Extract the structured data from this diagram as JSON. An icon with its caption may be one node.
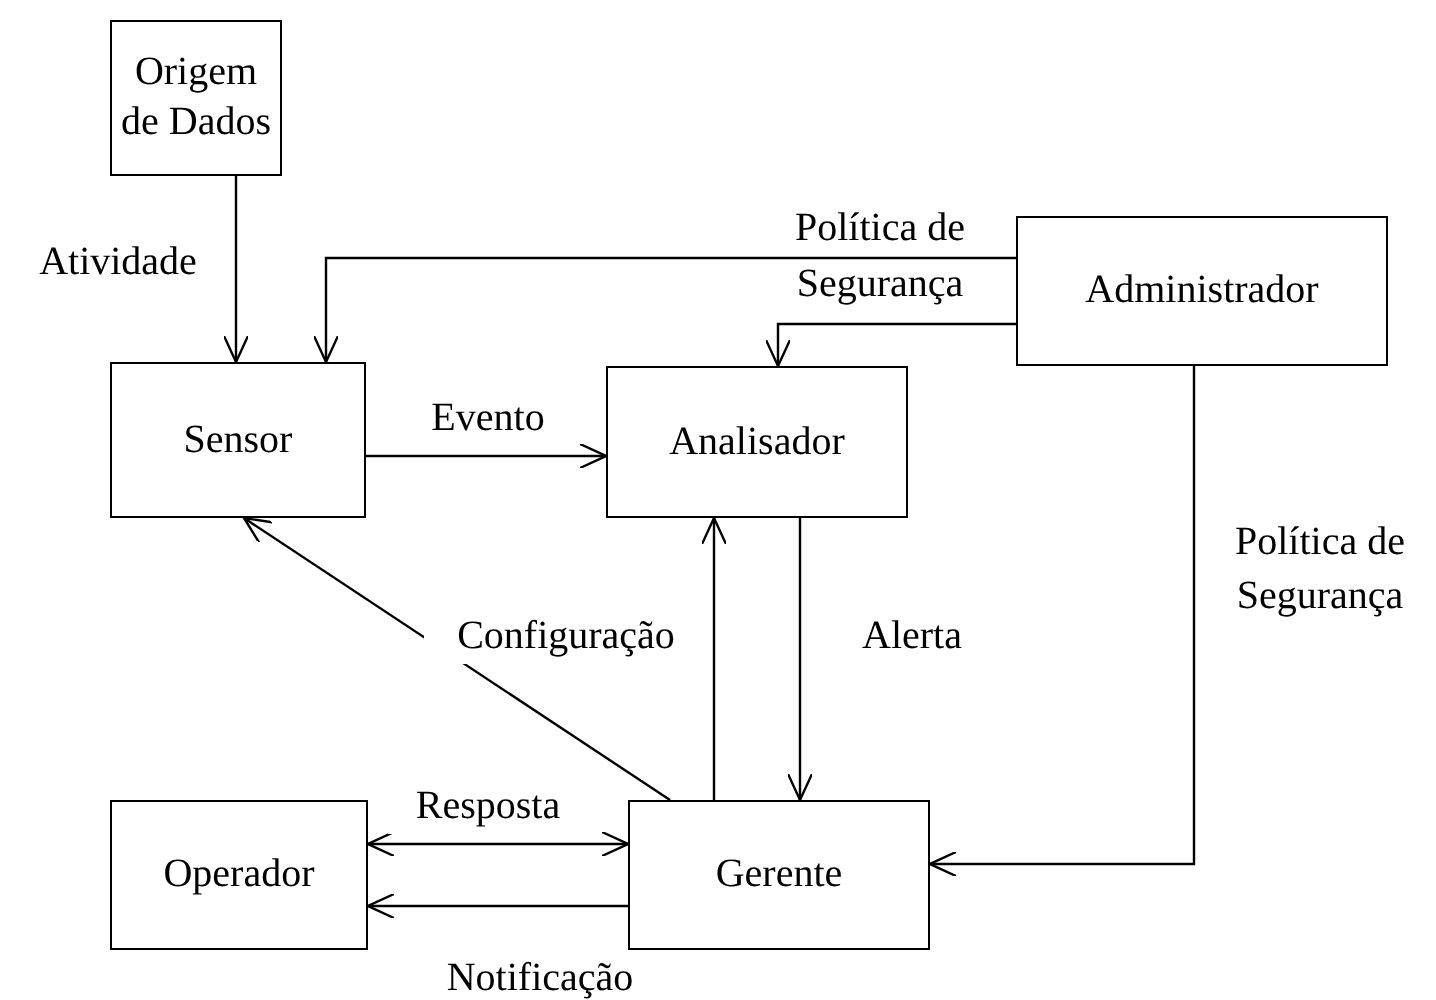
{
  "diagram": {
    "nodes": [
      {
        "text": [
          "Origem de Dados"
        ]
      },
      {
        "text": [
          "Administrador"
        ]
      },
      {
        "text": [
          "Sensor"
        ]
      },
      {
        "text": [
          "Analisador"
        ]
      },
      {
        "text": [
          "Operador"
        ]
      },
      {
        "text": [
          "Gerente"
        ]
      }
    ],
    "edges": [
      {
        "from": 0,
        "to": 2,
        "arrow": "to",
        "label": "Atividade"
      },
      {
        "from": 1,
        "to": 2,
        "arrow": "to",
        "label": "Política de Segurança"
      },
      {
        "from": 1,
        "to": 3,
        "arrow": "to"
      },
      {
        "from": 2,
        "to": 3,
        "arrow": "to",
        "label": "Evento"
      },
      {
        "from": 5,
        "to": 2,
        "arrow": "to",
        "label": "Configuração"
      },
      {
        "from": 5,
        "to": 3,
        "arrow": "to"
      },
      {
        "from": 3,
        "to": 5,
        "arrow": "to",
        "label": "Alerta"
      },
      {
        "from": 1,
        "to": 5,
        "arrow": "to",
        "label": "Política de Segurança"
      },
      {
        "from": 4,
        "to": 5,
        "arrow": "both",
        "label": "Resposta"
      },
      {
        "from": 5,
        "to": 4,
        "arrow": "to",
        "label": "Notificação"
      }
    ]
  }
}
